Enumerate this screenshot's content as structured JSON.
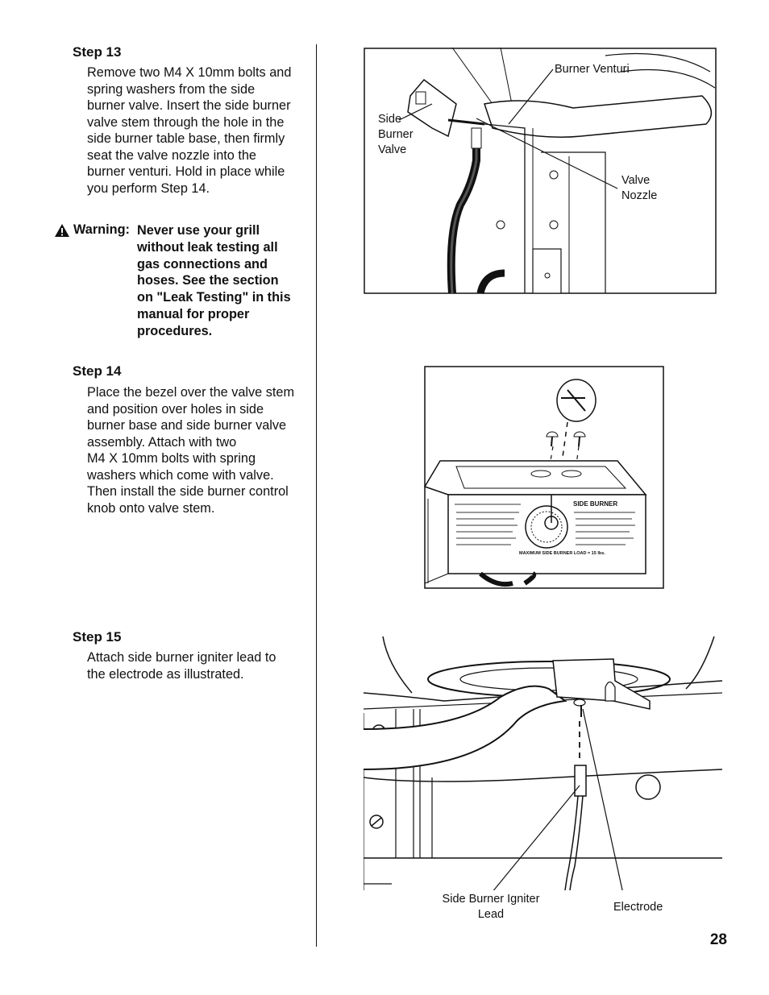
{
  "step13": {
    "title": "Step 13",
    "body": "Remove two M4 X 10mm bolts and\nspring washers from the side\nburner valve. Insert the side burner\nvalve stem through the hole in the\nside burner table base, then firmly\nseat the valve nozzle into the\nburner venturi. Hold in place while\nyou perform Step 14."
  },
  "warning": {
    "label": "Warning:",
    "body": "Never use your grill\nwithout leak testing all\ngas connections and\nhoses. See the section\non \"Leak Testing\" in this\nmanual for proper\nprocedures."
  },
  "step14": {
    "title": "Step 14",
    "body": "Place the bezel over the valve stem\nand position over holes in side\nburner base and side burner valve\nassembly. Attach with two\nM4 X 10mm bolts with spring\nwashers which come with valve.\nThen install the side burner control\nknob onto valve stem."
  },
  "step15": {
    "title": "Step 15",
    "body": "Attach side burner igniter lead to\nthe electrode as illustrated."
  },
  "figure1": {
    "burner_venturi": "Burner Venturi",
    "side_burner_valve": "Side\nBurner\nValve",
    "valve_nozzle": "Valve\nNozzle"
  },
  "figure2": {
    "panel_title": "SIDE BURNER",
    "max_load": "MAXIMUM SIDE BURNER LOAD = 15 lbs."
  },
  "figure3": {
    "igniter_lead": "Side Burner Igniter\nLead",
    "electrode": "Electrode"
  },
  "page_number": "28"
}
